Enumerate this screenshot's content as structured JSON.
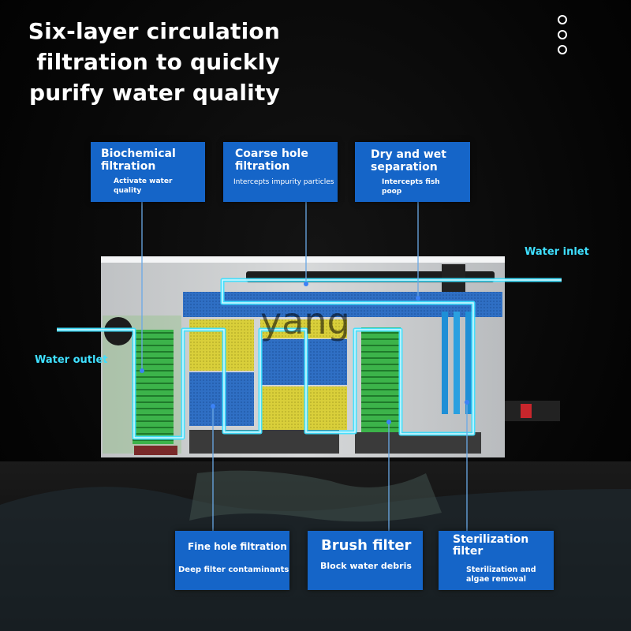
{
  "headline": {
    "lines": [
      "Six-layer circulation",
      "filtration to quickly",
      "purify water quality"
    ]
  },
  "top_labels": [
    {
      "title": "Biochemical filtration",
      "desc": "Activate water quality"
    },
    {
      "title": "Coarse hole filtration",
      "desc": "Intercepts impurity particles"
    },
    {
      "title": "Dry and wet separation",
      "desc": "Intercepts fish poop"
    }
  ],
  "bottom_labels": [
    {
      "title": "Fine hole filtration",
      "desc": "Deep filter contaminants"
    },
    {
      "title": "Brush filter",
      "desc": "Block water debris"
    },
    {
      "title": "Sterilization filter",
      "desc": "Sterilization and algae removal"
    }
  ],
  "water_inlet": "Water inlet",
  "water_outlet": "Water outlet",
  "watermark": "yang",
  "icons": {
    "menu": "more-dots-icon"
  },
  "colors": {
    "accent": "#1565c8",
    "flow": "#3fe0ff",
    "bio": "#3cb34a",
    "sponge_blue": "#2f6fc4",
    "sponge_yellow": "#d9cf3a"
  }
}
